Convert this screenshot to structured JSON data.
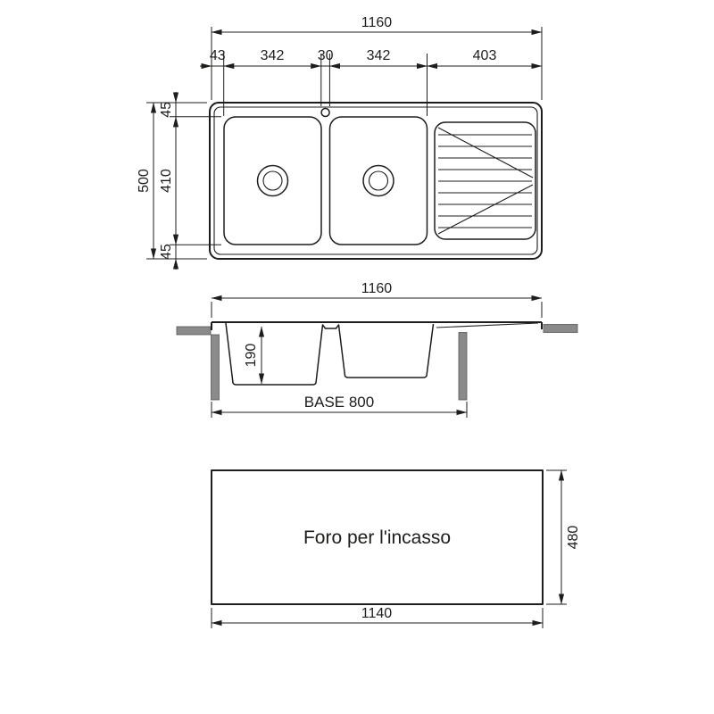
{
  "views": {
    "top": {
      "total_width": "1160",
      "width_segments": [
        "43",
        "342",
        "30",
        "342",
        "403"
      ],
      "total_height": "500",
      "height_segments": [
        "45",
        "410",
        "45"
      ]
    },
    "section": {
      "total_width": "1160",
      "bowl_depth": "190",
      "base_label": "BASE 800"
    },
    "cutout": {
      "label": "Foro per l'incasso",
      "width": "1140",
      "height": "480"
    }
  },
  "colors": {
    "line": "#1d1d1b",
    "worktop_gray": "#8a8a8a",
    "background": "#ffffff"
  }
}
